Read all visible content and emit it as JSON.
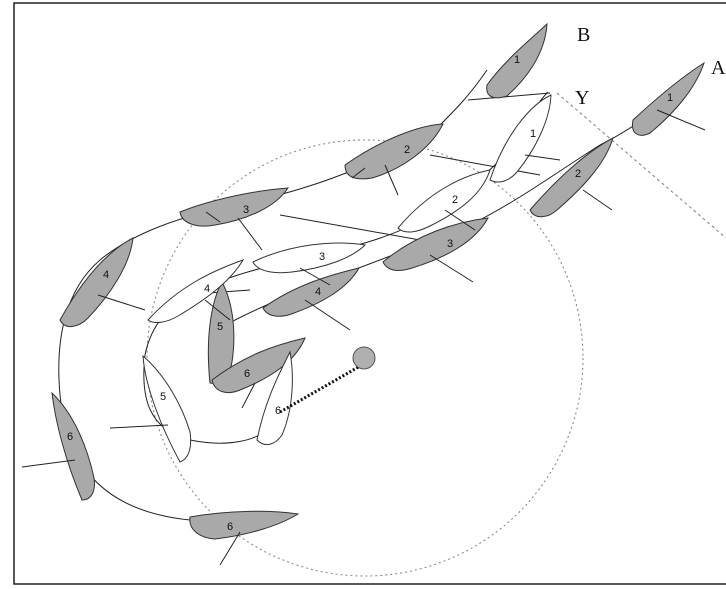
{
  "labels": {
    "point_b": "B",
    "point_a": "A",
    "point_y": "Y"
  },
  "boats": [
    {
      "id": "gray-1a",
      "num": "1",
      "style": "dark"
    },
    {
      "id": "gray-1b",
      "num": "1",
      "style": "dark"
    },
    {
      "id": "gray-2a",
      "num": "2",
      "style": "dark"
    },
    {
      "id": "gray-2b",
      "num": "2",
      "style": "dark"
    },
    {
      "id": "gray-3a",
      "num": "3",
      "style": "dark"
    },
    {
      "id": "gray-3b",
      "num": "3",
      "style": "dark"
    },
    {
      "id": "gray-4a",
      "num": "4",
      "style": "dark"
    },
    {
      "id": "gray-4b",
      "num": "4",
      "style": "dark"
    },
    {
      "id": "gray-5",
      "num": "5",
      "style": "dark"
    },
    {
      "id": "gray-6a",
      "num": "6",
      "style": "dark"
    },
    {
      "id": "gray-6b",
      "num": "6",
      "style": "dark"
    },
    {
      "id": "gray-6c",
      "num": "6",
      "style": "dark"
    },
    {
      "id": "white-1",
      "num": "1",
      "style": "light"
    },
    {
      "id": "white-2",
      "num": "2",
      "style": "light"
    },
    {
      "id": "white-3",
      "num": "3",
      "style": "light"
    },
    {
      "id": "white-4",
      "num": "4",
      "style": "light"
    },
    {
      "id": "white-5",
      "num": "5",
      "style": "light"
    },
    {
      "id": "white-6",
      "num": "6",
      "style": "light"
    }
  ],
  "colors": {
    "dark_hull": "#a9a9a9",
    "light_hull": "#ffffff",
    "mark": "#b0b0b0"
  }
}
